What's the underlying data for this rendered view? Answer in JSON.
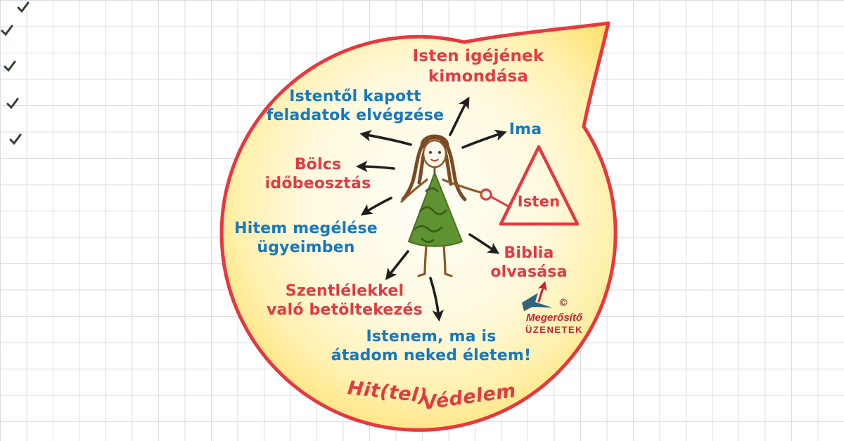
{
  "canvas": {
    "background_color": "#ffffff",
    "grid_color": "#d9dde1"
  },
  "drop": {
    "border_color": "#e8383f",
    "fill_edge": "#ffdf6f",
    "fill_center": "#fffef7"
  },
  "colors": {
    "label_red": "#e23a42",
    "label_blue": "#1878be",
    "arrow_black": "#1f1f1f",
    "logo_red": "#c4242e",
    "bird_blue": "#33647e",
    "dress_green": "#5f9331",
    "hair_brown": "#7b4a22"
  },
  "labels": {
    "speaking_gods_word": {
      "lines": [
        "Isten igéjének",
        "kimondása"
      ],
      "color": "#e23a42"
    },
    "tasks_from_god": {
      "lines": [
        "Istentől kapott",
        "feladatok elvégzése"
      ],
      "color": "#1878be"
    },
    "prayer": {
      "lines": [
        "Ima"
      ],
      "color": "#1878be"
    },
    "wise_time": {
      "lines": [
        "Bölcs",
        "időbeosztás"
      ],
      "color": "#e23a42"
    },
    "god_triangle": {
      "lines": [
        "Isten"
      ],
      "color": "#e23a42"
    },
    "living_my_faith": {
      "lines": [
        "Hitem megélése",
        "ügyeimben"
      ],
      "color": "#1878be"
    },
    "bible_reading": {
      "lines": [
        "Biblia",
        "olvasása"
      ],
      "color": "#e23a42"
    },
    "holy_spirit": {
      "lines": [
        "Szentlélekkel",
        "való betöltekezés"
      ],
      "color": "#e23a42"
    },
    "surrender_prayer": {
      "lines": [
        "Istenem, ma is",
        "átadom neked életem!"
      ],
      "color": "#1878be"
    }
  },
  "title": {
    "part1": "Hit(tel)",
    "part2": "Védelem",
    "color": "#e23a42"
  },
  "logo": {
    "line1": "Megerősítő",
    "line2": "ÜZENETEK",
    "copyright": "©",
    "icon": "bird-with-arrow-icon"
  }
}
